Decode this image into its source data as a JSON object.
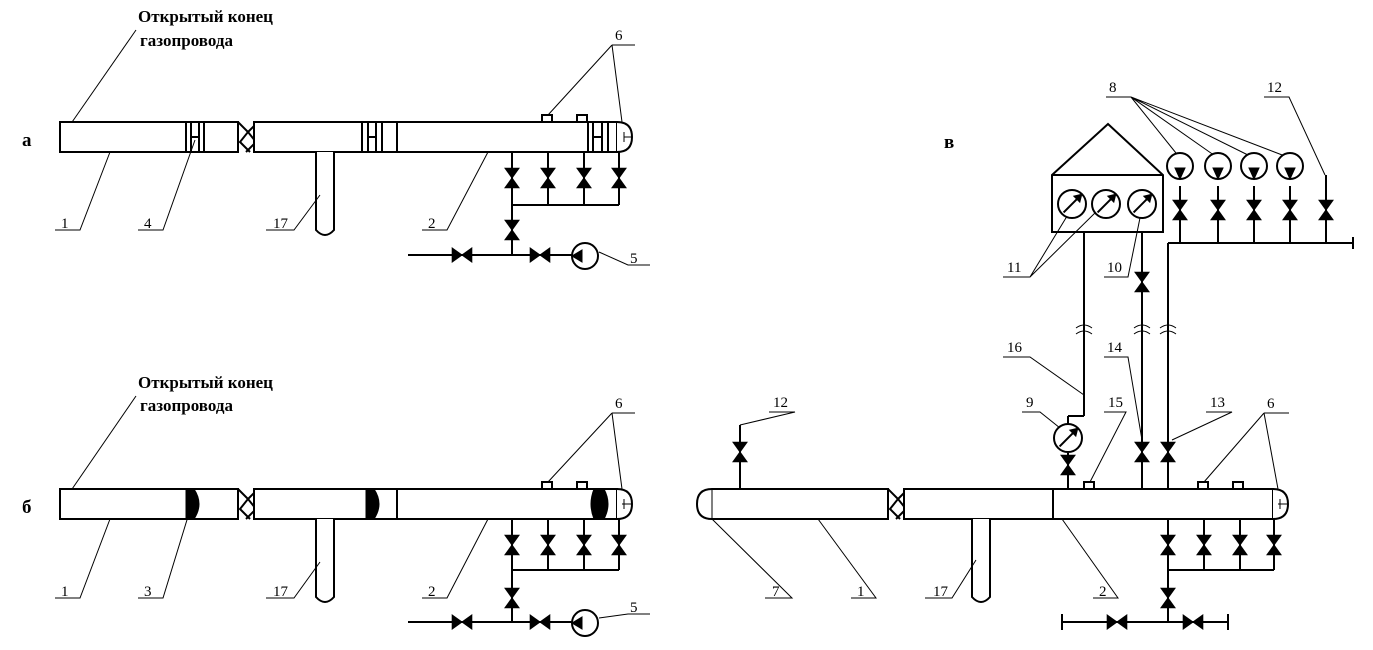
{
  "panels": {
    "a": "а",
    "b": "б",
    "c": "в"
  },
  "captions": {
    "open_end_line1": "Открытый конец",
    "open_end_line2": "газопровода"
  },
  "labels": {
    "n1": "1",
    "n2": "2",
    "n3": "3",
    "n4": "4",
    "n5": "5",
    "n6": "6",
    "n7": "7",
    "n8": "8",
    "n9": "9",
    "n10": "10",
    "n11": "11",
    "n12": "12",
    "n13": "13",
    "n14": "14",
    "n15": "15",
    "n16": "16",
    "n17": "17"
  }
}
